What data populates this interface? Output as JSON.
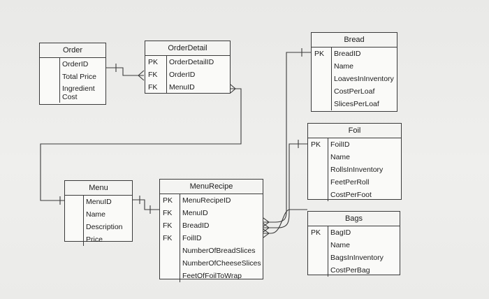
{
  "tables": {
    "order": {
      "title": "Order",
      "fields": [
        "OrderID",
        "Total Price",
        "Ingredient Cost"
      ],
      "keys": [
        "",
        "",
        ""
      ]
    },
    "orderdetail": {
      "title": "OrderDetail",
      "fields": [
        "OrderDetailID",
        "OrderID",
        "MenuID"
      ],
      "keys": [
        "PK",
        "FK",
        "FK"
      ]
    },
    "bread": {
      "title": "Bread",
      "fields": [
        "BreadID",
        "Name",
        "LoavesInInventory",
        "CostPerLoaf",
        "SlicesPerLoaf"
      ],
      "keys": [
        "PK",
        "",
        "",
        "",
        ""
      ]
    },
    "foil": {
      "title": "Foil",
      "fields": [
        "FoilID",
        "Name",
        "RollsInInventory",
        "FeetPerRoll",
        "CostPerFoot"
      ],
      "keys": [
        "PK",
        "",
        "",
        "",
        ""
      ]
    },
    "menu": {
      "title": "Menu",
      "fields": [
        "MenuID",
        "Name",
        "Description",
        "Price"
      ],
      "keys": [
        "",
        "",
        "",
        ""
      ]
    },
    "menurecipe": {
      "title": "MenuRecipe",
      "fields": [
        "MenuRecipeID",
        "MenuID",
        "BreadID",
        "FoilID",
        "NumberOfBreadSlices",
        "NumberOfCheeseSlices",
        "FeetOfFoilToWrap"
      ],
      "keys": [
        "PK",
        "FK",
        "FK",
        "FK",
        "",
        "",
        ""
      ]
    },
    "bags": {
      "title": "Bags",
      "fields": [
        "BagID",
        "Name",
        "BagsInInventory",
        "CostPerBag"
      ],
      "keys": [
        "PK",
        "",
        "",
        ""
      ]
    }
  },
  "colors": {
    "line": "#3a3a3a",
    "table_bg": "#fafaf8"
  }
}
